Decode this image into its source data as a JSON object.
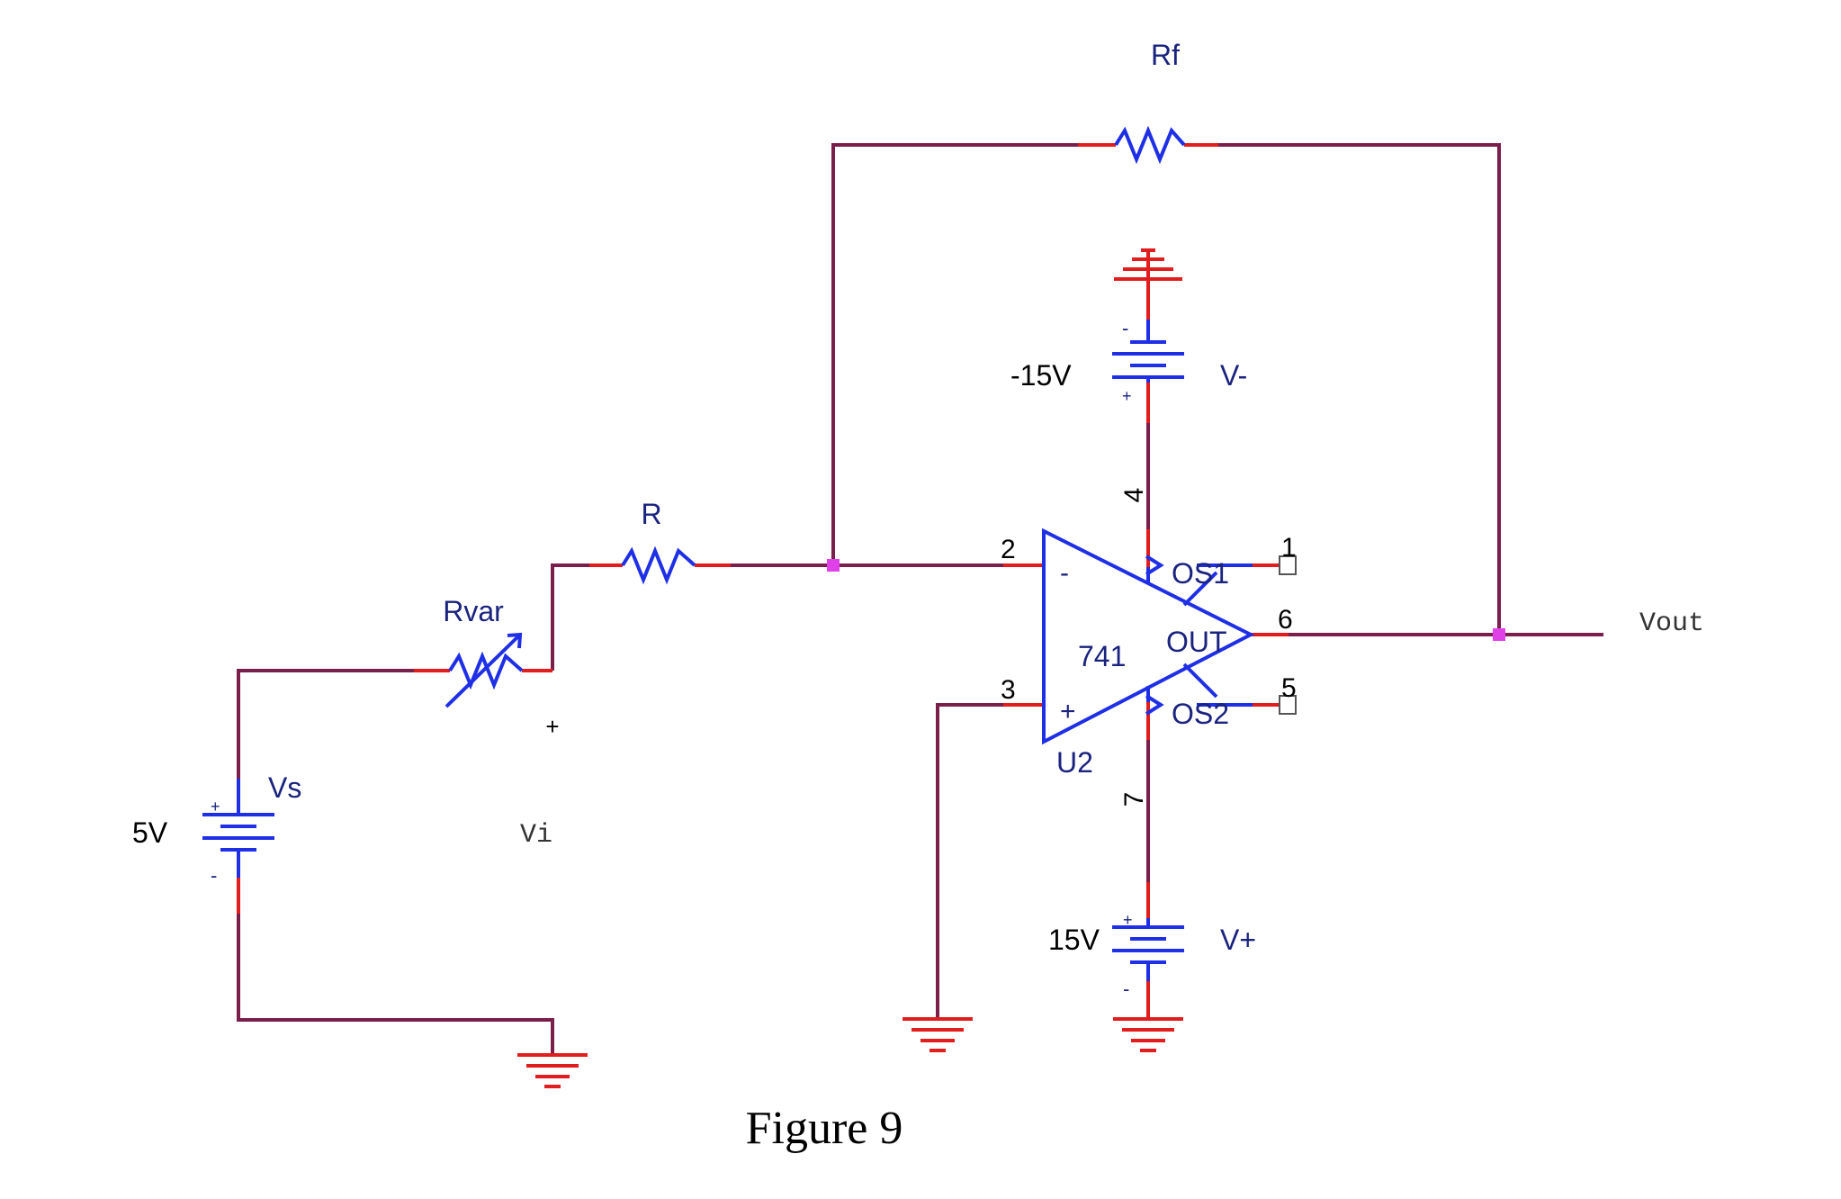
{
  "caption": "Figure 9",
  "colors": {
    "wire": "#7a1f4b",
    "component": "#1e2fe6",
    "lead": "#e11d1d",
    "junction": "#e040e8",
    "text": "#1a237e"
  },
  "components": {
    "rf": {
      "name": "Rf"
    },
    "r": {
      "name": "R"
    },
    "rvar": {
      "name": "Rvar"
    },
    "vs": {
      "name": "Vs",
      "value": "5V",
      "plus": "+",
      "minus": "-"
    },
    "vminus": {
      "name": "V-",
      "value": "-15V",
      "plus": "+",
      "minus": "-"
    },
    "vplus": {
      "name": "V+",
      "value": "15V",
      "plus": "+",
      "minus": "-"
    },
    "opamp": {
      "ref": "U2",
      "part": "741",
      "inv": "-",
      "noninv": "+",
      "out_label": "OUT",
      "os1": "OS1",
      "os2": "OS2",
      "pins": {
        "p1": "1",
        "p2": "2",
        "p3": "3",
        "p4": "4",
        "p5": "5",
        "p6": "6",
        "p7": "7"
      }
    }
  },
  "nets": {
    "vi_plus": "+",
    "vi": "Vi",
    "vout": "Vout"
  }
}
